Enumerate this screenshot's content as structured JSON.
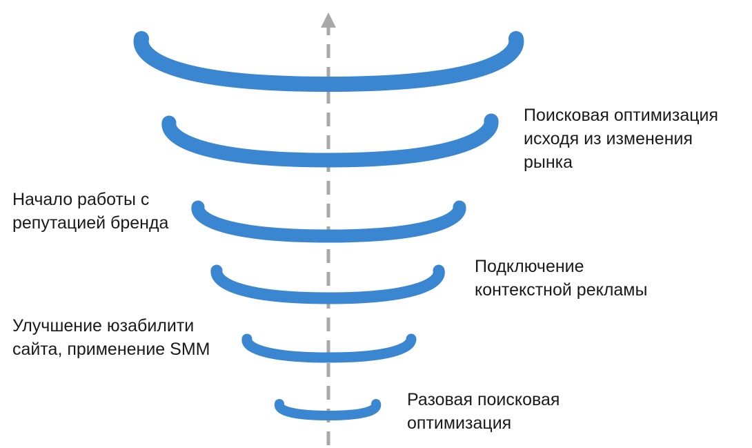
{
  "diagram": {
    "colors": {
      "arc": "#3a86d0",
      "axis": "#a8a8a8",
      "text": "#1a1a1a"
    },
    "labels": {
      "market_seo": [
        "Поисковая оптимизация",
        "исходя из изменения",
        "рынка"
      ],
      "brand_reputation": [
        "Начало работы с",
        "репутацией бренда"
      ],
      "context_ads": [
        "Подключение",
        "контекстной рекламы"
      ],
      "usability_smm": [
        "Улучшение юзабилити",
        "сайта, применение SMM"
      ],
      "one_time_seo": [
        "Разовая поисковая",
        "оптимизация"
      ]
    }
  }
}
